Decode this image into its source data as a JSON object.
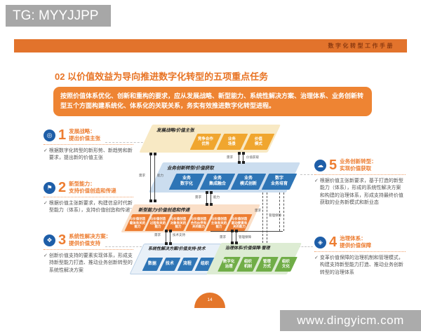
{
  "overlay": {
    "tg_badge": "TG: MYYJJPP",
    "site_url": "www.dingyicm.com"
  },
  "header": {
    "handbook_title": "数字化转型工作手册"
  },
  "section": {
    "title": "02 以价值效益为导向推进数字化转型的五项重点任务",
    "intro": "按照价值体系优化、创新和重构的要求，应从发展战略、新型能力、系统性解决方案、治理体系、业务创新转型五个方面构建系统化、体系化的关联关系，务实有效推进数字化转型进程。",
    "page_number": "14",
    "check_glyph": "✓"
  },
  "tasks": {
    "t1": {
      "num": "1",
      "title": "发展战略：",
      "subtitle": "提出价值主张",
      "icon": "◎",
      "note": "根据数字化转型的新形势、新趋势和新要求，提出新的价值主张"
    },
    "t2": {
      "num": "2",
      "title": "新型能力：",
      "subtitle": "支持价值创造和传递",
      "icon": "⚑",
      "note": "根据价值主张新要求，构建信息时代新型能力（体系），支持价值创造和传递"
    },
    "t3": {
      "num": "3",
      "title": "系统性解决方案：",
      "subtitle": "提供价值支持",
      "icon": "❖",
      "note": "创新价值支持的要素实现体系，形成支持新型能力打造、推动业务创新转型的系统性解决方案"
    },
    "t4": {
      "num": "4",
      "title": "治理体系：",
      "subtitle": "提供价值保障",
      "icon": "◈",
      "note": "变革价值保障的治理机制和管理模式，构建支持新型能力打造、推动业务创新转型的治理体系"
    },
    "t5": {
      "num": "5",
      "title": "业务创新转型：",
      "subtitle": "实现价值获取",
      "icon": "☁",
      "note": "根据价值主张新要求，基于打造的新型能力（体系），形成的系统性解决方案和构建的治理体系，形成支持最终价值获取的业务新模式和新业态"
    }
  },
  "diagram": {
    "layers": {
      "strategy": {
        "title": "发展战略/价值主张",
        "boxes": [
          "竞争合作\n优势",
          "业务\n场景",
          "价值\n模式"
        ]
      },
      "business": {
        "title": "业务创新转型/价值获取",
        "boxes": [
          "业务\n数字化",
          "业务\n集成融合",
          "业务\n模式创新",
          "数字\n业务培育"
        ]
      },
      "capability": {
        "title": "新型能力/价值创造和传递",
        "boxes": [
          "与价值创造\n载体有关的\n能力",
          "与价值创造\n过程有关的\n能力",
          "与价值创造\n对象有关的\n能力",
          "与价值创造\n合作伙伴有\n关的能力",
          "与价值创造\n主体有关的\n能力",
          "与价值创造\n驱动要素有\n关的能力"
        ]
      },
      "solution": {
        "title": "系统性解决方案/价值支持-技术",
        "boxes": [
          "数据",
          "技术",
          "流程",
          "组织"
        ]
      },
      "governance": {
        "title": "治理体系/价值保障-管理",
        "boxes": [
          "数字化\n治理",
          "组织\n机制",
          "管理\n方式",
          "组织\n文化"
        ]
      }
    },
    "labels": {
      "demand": "需求",
      "capability": "能力",
      "value": "价值获取",
      "tech": "技术支持",
      "mgmt": "管理保障"
    }
  }
}
